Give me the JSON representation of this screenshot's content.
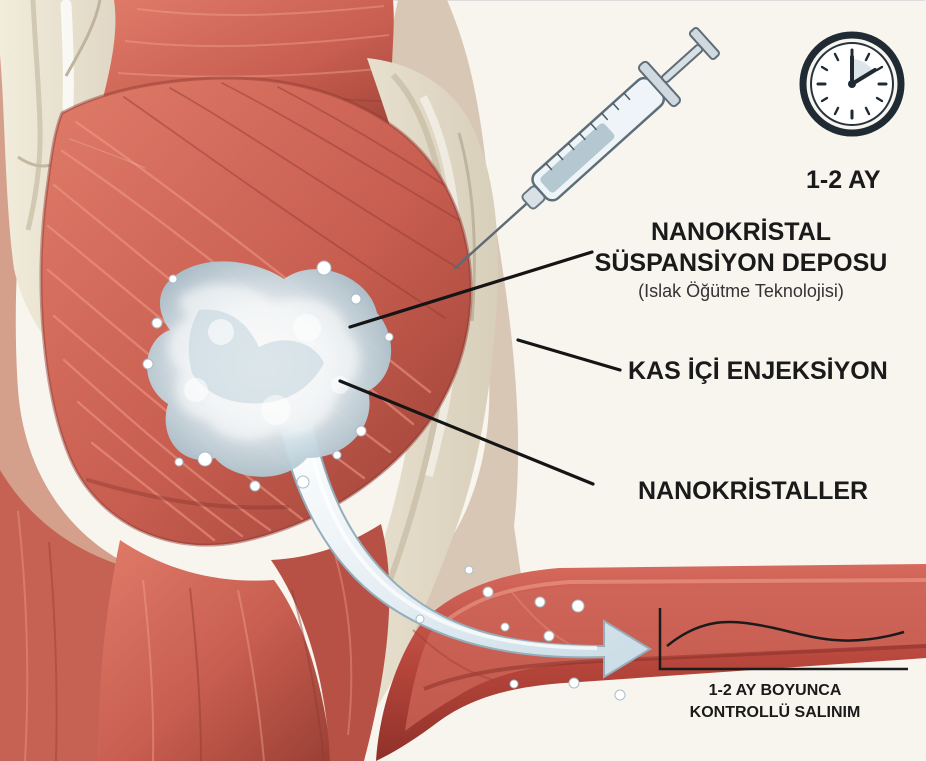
{
  "labels": {
    "duration": "1-2 AY",
    "depot_line1": "NANOKRİSTAL",
    "depot_line2": "SÜSPANSİYON DEPOSU",
    "depot_sub": "(Islak Öğütme Teknolojisi)",
    "injection": "KAS İÇİ ENJEKSİYON",
    "nanocrystals": "NANOKRİSTALLER",
    "release_line1": "1-2 AY BOYUNCA",
    "release_line2": "KONTROLLÜ SALINIM"
  },
  "icons": {
    "clock": "clock-icon",
    "syringe": "syringe-icon"
  },
  "colors": {
    "muscle": "#c95b4e",
    "muscle_dark": "#9b3f36",
    "tendon": "#e9e2cf",
    "depot": "#dce9ed",
    "vessel": "#c9574b",
    "arrow": "#dbe8ef"
  }
}
